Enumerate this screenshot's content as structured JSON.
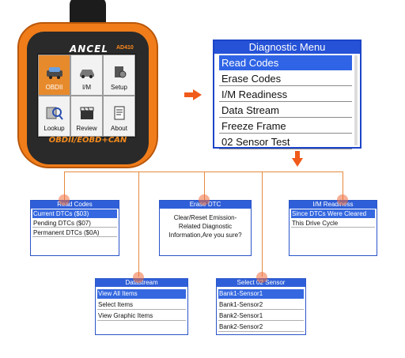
{
  "device": {
    "brand": "ANCEL",
    "model": "AD410",
    "footer": "OBDII/EOBD+CAN",
    "tiles": [
      {
        "label": "OBDII",
        "icon": "car-diagnostic-icon",
        "selected": true
      },
      {
        "label": "I/M",
        "icon": "car-icon",
        "selected": false
      },
      {
        "label": "Setup",
        "icon": "settings-icon",
        "selected": false
      },
      {
        "label": "Lookup",
        "icon": "lookup-icon",
        "selected": false
      },
      {
        "label": "Review",
        "icon": "clapper-icon",
        "selected": false
      },
      {
        "label": "About",
        "icon": "document-icon",
        "selected": false
      }
    ]
  },
  "diagnostic_menu": {
    "title": "Diagnostic Menu",
    "items": [
      "Read Codes",
      "Erase Codes",
      "I/M Readiness",
      "Data Stream",
      "Freeze Frame",
      "02 Sensor Test"
    ],
    "selected_index": 0
  },
  "read_codes": {
    "title": "Read Codes",
    "items": [
      "Current DTCs ($03)",
      "Pending DTCs ($07)",
      "Permanent DTCs ($0A)"
    ]
  },
  "erase_dtc": {
    "title": "Erase DTC",
    "message": "Clear/Reset Emission-Related Diagnostic Information,Are you sure?"
  },
  "im_readiness": {
    "title": "I/M Readiness",
    "items": [
      "Since DTCs Were Cleared",
      "This Drive Cycle"
    ]
  },
  "datastream": {
    "title": "Datastream",
    "items": [
      "View All Items",
      "Select Items",
      "View Graphic Items"
    ]
  },
  "select_o2": {
    "title": "Select 02 Sensor",
    "items": [
      "Bank1-Sensor1",
      "Bank1-Sensor2",
      "Bank2-Sensor1",
      "Bank2-Sensor2"
    ]
  },
  "colors": {
    "device_orange": "#f07d1a",
    "menu_blue": "#2552d6",
    "selection_blue": "#2f64e6",
    "arrow_orange": "#f05a1a"
  }
}
